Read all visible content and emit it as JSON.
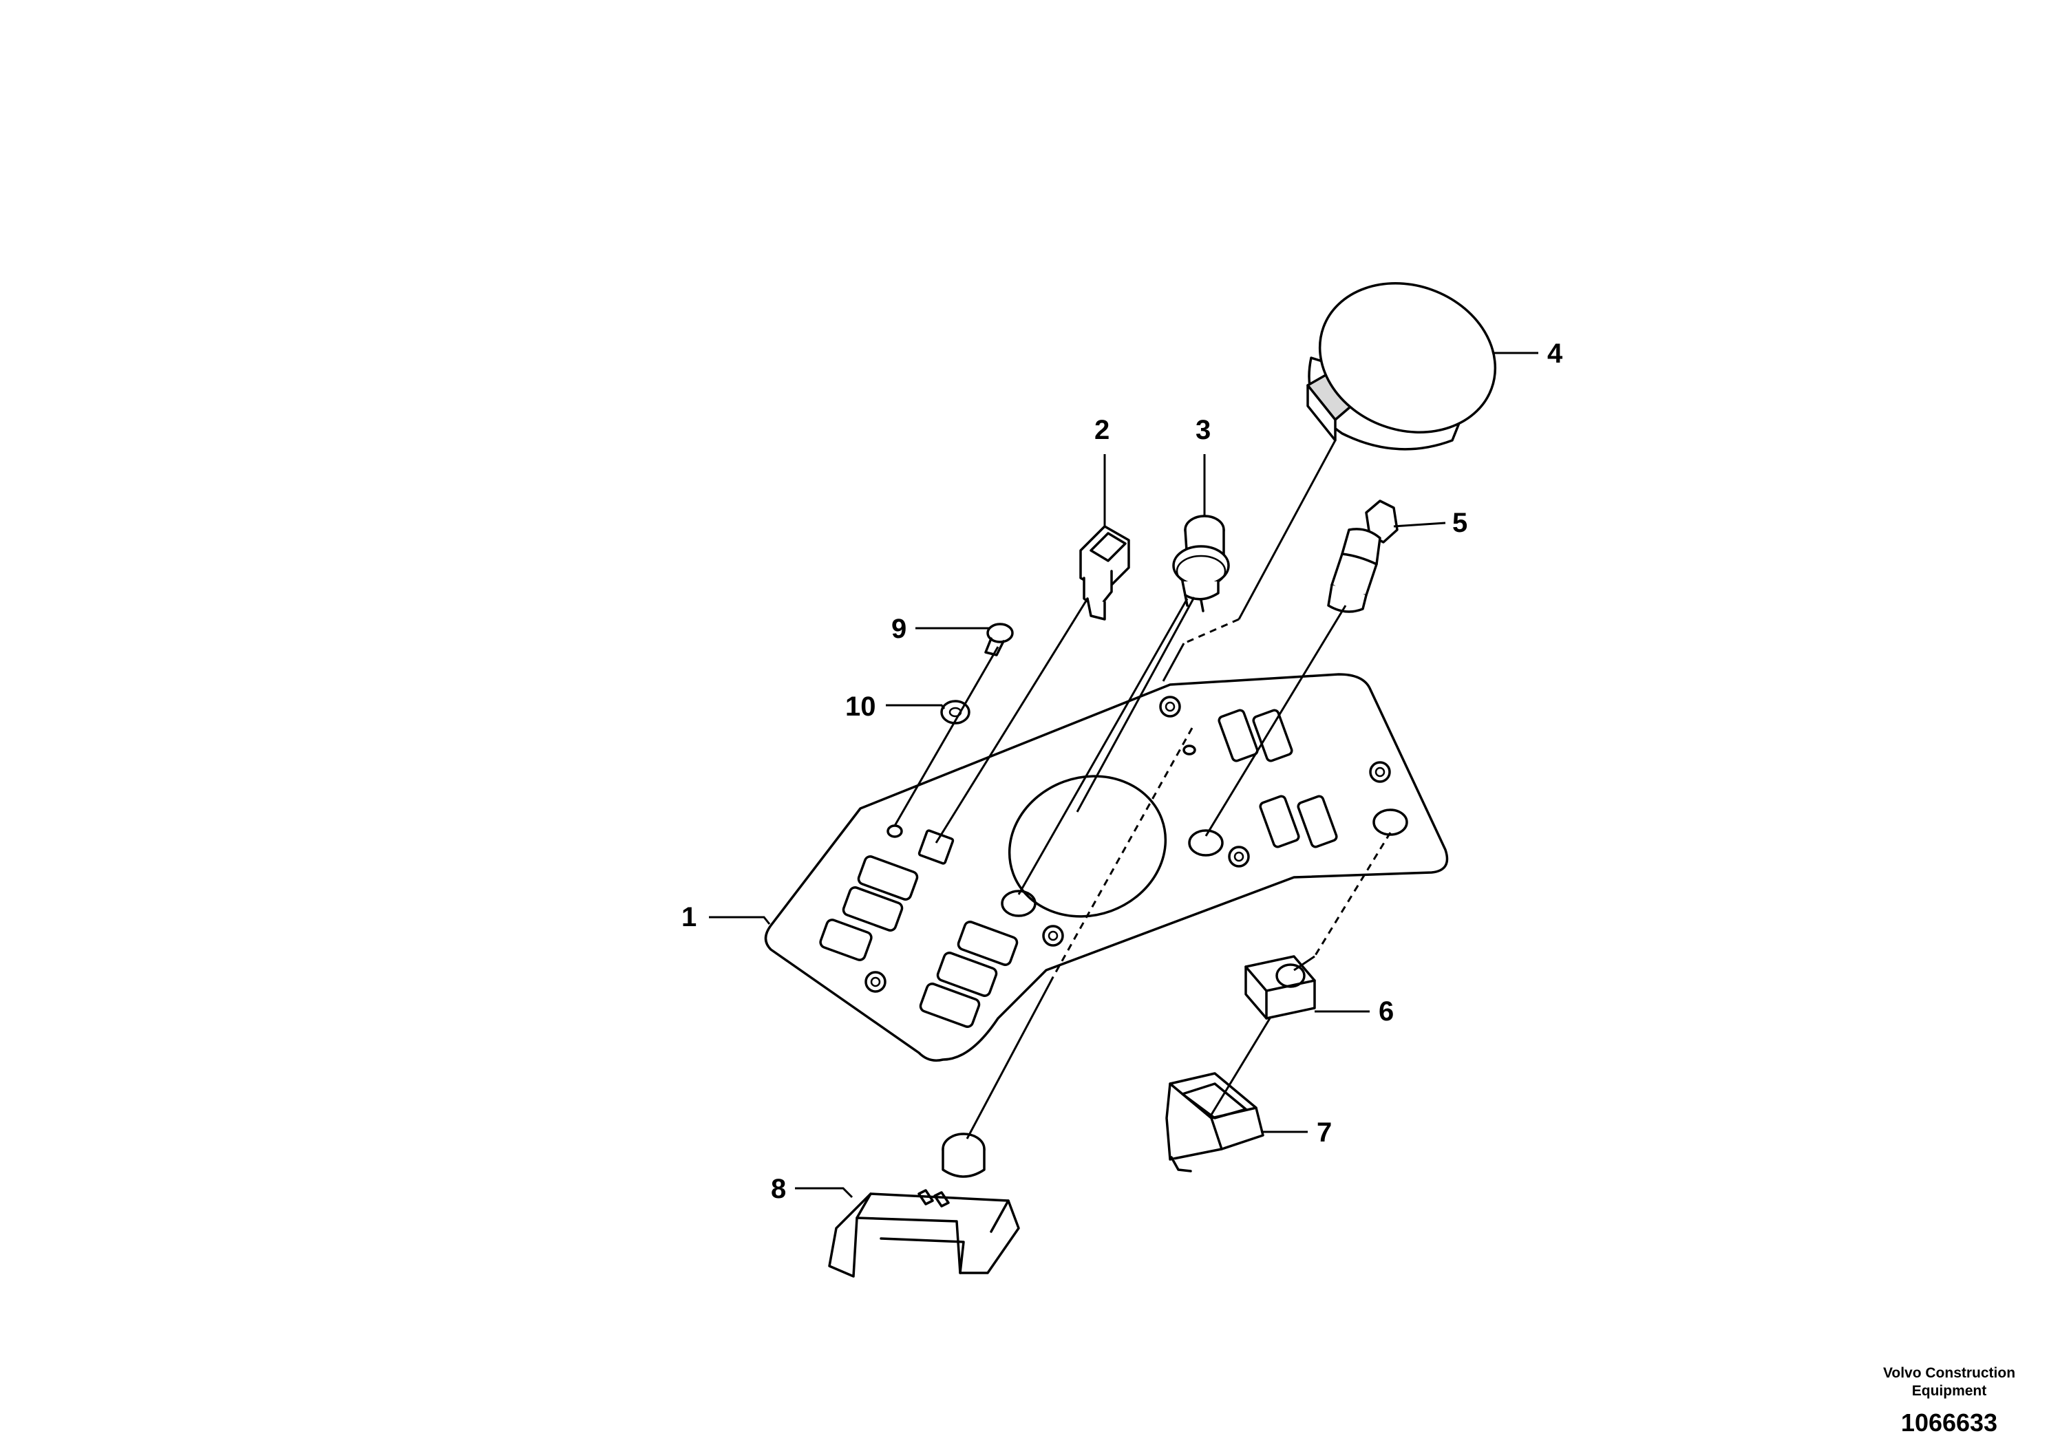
{
  "callouts": {
    "c1": "1",
    "c2": "2",
    "c3": "3",
    "c4": "4",
    "c5": "5",
    "c6": "6",
    "c7": "7",
    "c8": "8",
    "c9": "9",
    "c10": "10"
  },
  "footer": {
    "company_line1": "Volvo Construction",
    "company_line2": "Equipment",
    "drawing_number": "1066633"
  }
}
